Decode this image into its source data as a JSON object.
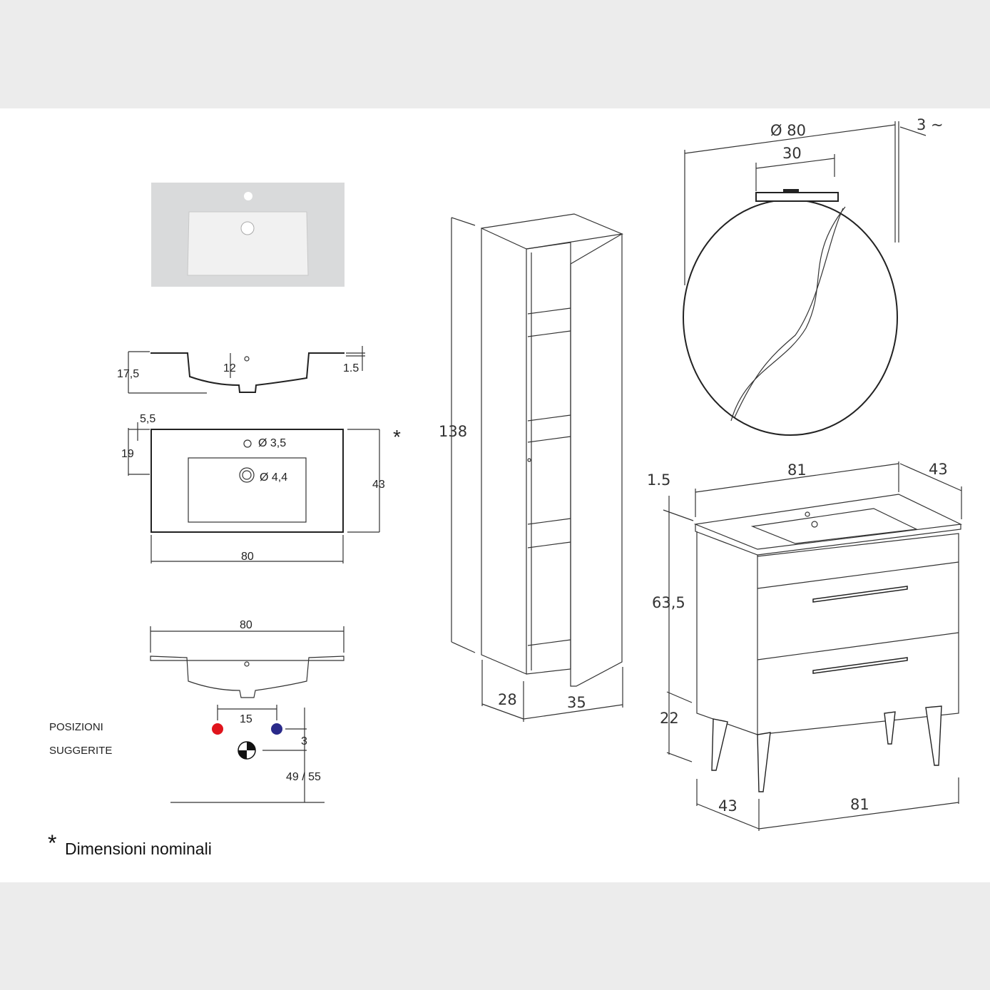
{
  "colors": {
    "background": "#ececec",
    "sheet": "#ffffff",
    "hot": "#e0141c",
    "cold": "#2a2a8a"
  },
  "mirror": {
    "diameter": "Ø 80",
    "depth": "3 ~",
    "lamp_width": "30"
  },
  "column": {
    "height": "138",
    "depth": "28",
    "width": "35"
  },
  "basin_section": {
    "height": "17,5",
    "bowl_depth": "12",
    "rim": "1.5"
  },
  "basin_plan": {
    "tap_offset": "5,5",
    "tap_distance": "19",
    "tap_hole": "Ø 3,5",
    "drain_hole": "Ø 4,4",
    "depth": "43",
    "asterisk": "*",
    "width": "80"
  },
  "basin_front": {
    "width": "80"
  },
  "positions": {
    "line1": "POSIZIONI",
    "line2": "SUGGERITE",
    "spacing": "15",
    "offset": "3",
    "height": "49 / 55"
  },
  "footnote": {
    "asterisk": "*",
    "text": "Dimensioni nominali"
  },
  "vanity": {
    "top_thickness": "1.5",
    "width_top": "81",
    "depth_top": "43",
    "body_height": "63,5",
    "leg_height": "22",
    "depth_bottom": "43",
    "width_bottom": "81"
  }
}
